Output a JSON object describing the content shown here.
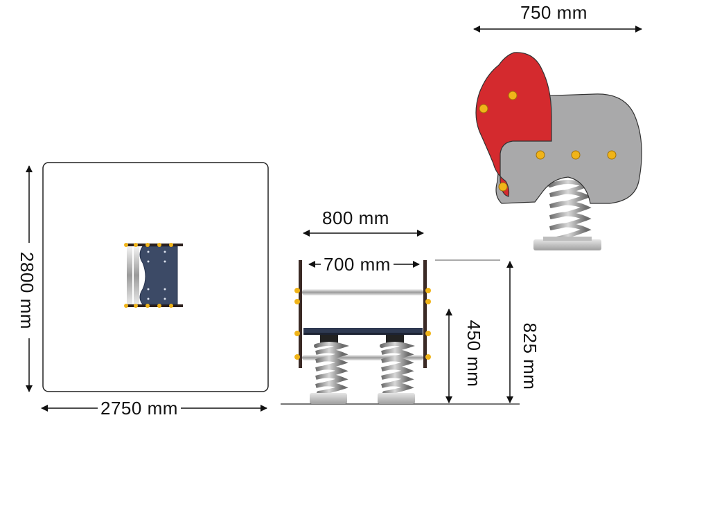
{
  "dimensions": {
    "elephant_width": "750 mm",
    "area_depth": "2800 mm",
    "area_width": "2750 mm",
    "outer_width": "800 mm",
    "inner_width": "700 mm",
    "seat_height": "450 mm",
    "total_height": "825 mm"
  },
  "colors": {
    "elephant_ear": "#d42a2e",
    "elephant_body": "#a9a9aa",
    "bolts": "#f0b419",
    "spring": "#9a9a9a",
    "frame": "#3b2a25",
    "seat_panel": "#3c4a66",
    "line": "#111111"
  }
}
